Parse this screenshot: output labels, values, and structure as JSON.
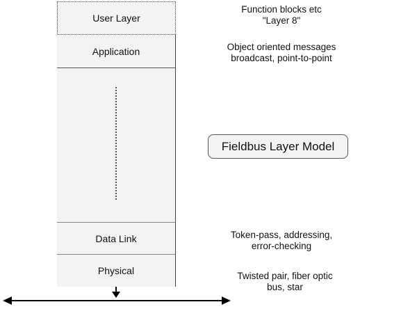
{
  "layers": {
    "user": "User Layer",
    "application": "Application",
    "data_link": "Data Link",
    "physical": "Physical"
  },
  "notes": {
    "user": [
      "Function blocks etc",
      "\"Layer 8\""
    ],
    "application": [
      "Object oriented messages",
      "broadcast, point-to-point"
    ],
    "data_link": [
      "Token-pass, addressing,",
      "error-checking"
    ],
    "physical": [
      "Twisted pair, fiber optic",
      "bus, star"
    ]
  },
  "title": "Fieldbus Layer Model"
}
